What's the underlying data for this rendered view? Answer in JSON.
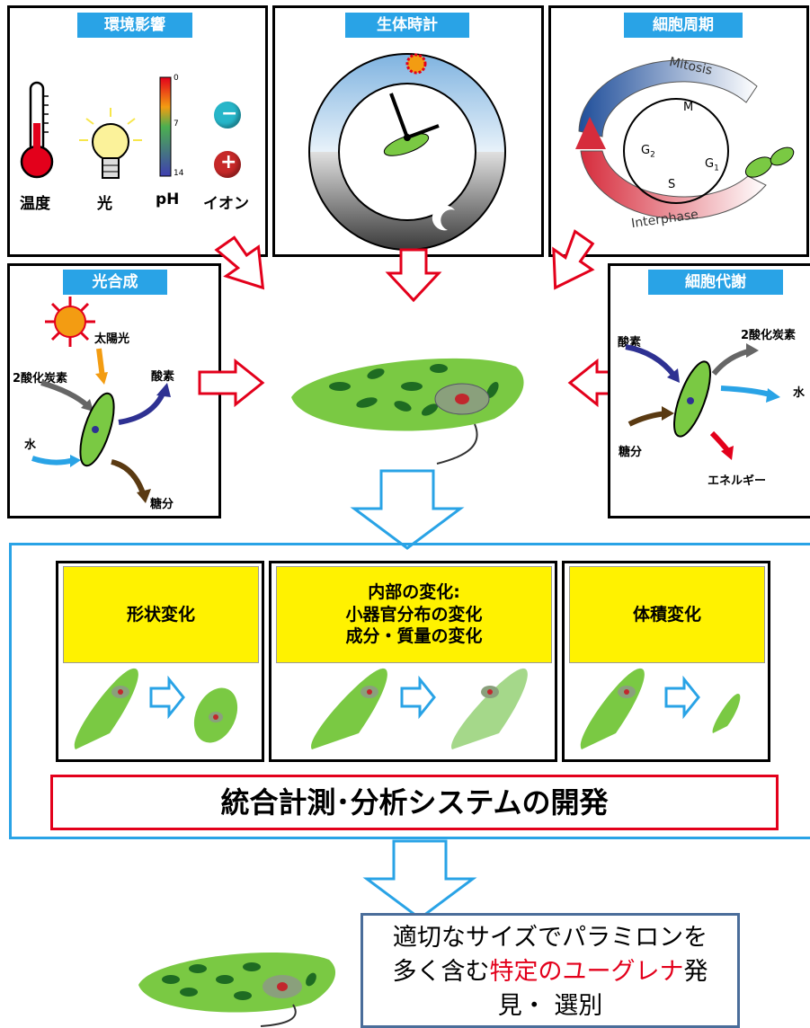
{
  "top": {
    "env": {
      "title": "環境影響",
      "temp": "温度",
      "light": "光",
      "ph": "pH",
      "ion": "イオン",
      "ph_ticks": [
        "0",
        "7",
        "14"
      ],
      "minus": "−",
      "plus": "+"
    },
    "clock": {
      "title": "生体時計"
    },
    "cycle": {
      "title": "細胞周期",
      "mitosis": "Mitosis",
      "interphase": "Interphase",
      "m": "M",
      "g2": "G",
      "g2_sub": "2",
      "g1": "G",
      "g1_sub": "1",
      "s": "S"
    }
  },
  "photo": {
    "title": "光合成",
    "sunlight": "太陽光",
    "co2": "2酸化炭素",
    "o2": "酸素",
    "water": "水",
    "sugar": "糖分"
  },
  "metab": {
    "title": "細胞代謝",
    "o2": "酸素",
    "co2": "2酸化炭素",
    "water": "水",
    "sugar": "糖分",
    "energy": "エネルギー"
  },
  "changes": {
    "shape": "形状変化",
    "internal": "内部の変化:\n小器官分布の変化\n成分・質量の変化",
    "volume": "体積変化"
  },
  "system_title": "統合計測･分析システムの開発",
  "result": {
    "line1": "適切なサイズでパラミロンを",
    "line2a": "多く含む",
    "line2_red": "特定のユーグレナ",
    "line2b": "発",
    "line3": "見・ 選別"
  },
  "colors": {
    "accent_blue": "#29a3e6",
    "red": "#e3001b",
    "euglena_green": "#5cb85c",
    "yellow": "#fff200"
  }
}
